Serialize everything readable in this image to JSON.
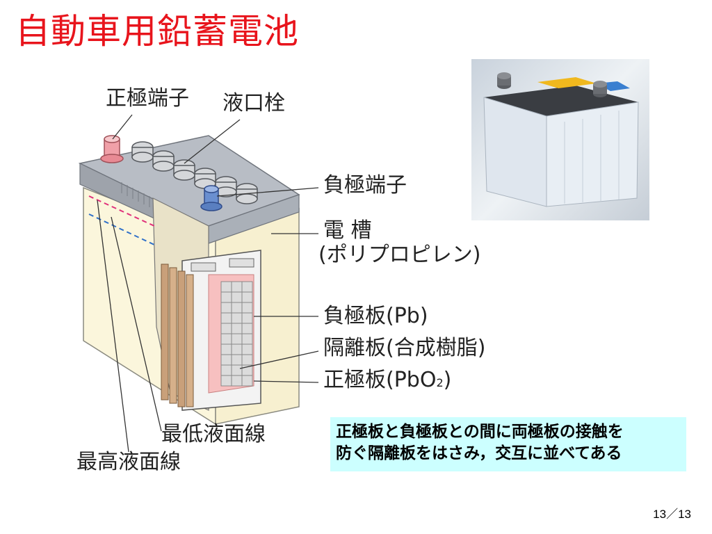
{
  "slide": {
    "title": "自動車用鉛蓄電池",
    "labels": {
      "positive_terminal": "正極端子",
      "liquid_plug": "液口栓",
      "negative_terminal": "負極端子",
      "container_line1": "電 槽",
      "container_line2": "(ポリプロピレン)",
      "negative_plate": "負極板(Pb)",
      "separator": "隔離板(合成樹脂)",
      "positive_plate_main": "正極板(PbO",
      "positive_plate_sub": "2",
      "positive_plate_close": ")",
      "min_level": "最低液面線",
      "max_level": "最高液面線"
    },
    "note_line1": "正極板と負極板との間に両極板の接触を",
    "note_line2": "防ぐ隔離板をはさみ，交互に並べてある",
    "page_number": "13／13"
  },
  "colors": {
    "title": "#e8141c",
    "note_background": "#ccffff",
    "positive_cap": "#f0a0a8",
    "negative_cap": "#6a8fd0",
    "case_body": "#fbf6dc",
    "case_lid": "#b8bdc5"
  }
}
